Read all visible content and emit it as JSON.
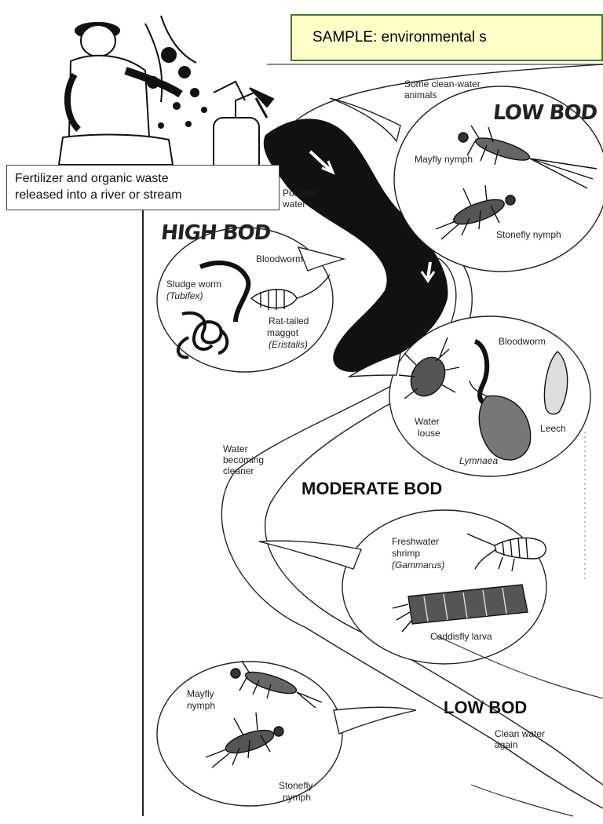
{
  "banner": {
    "text": "SAMPLE: environmental s"
  },
  "source_box": {
    "line1": "Fertilizer and organic waste",
    "line2": "released into a river or stream"
  },
  "stages": {
    "top_low": {
      "heading": "LOW BOD",
      "caption_line1": "Some clean-water",
      "caption_line2": "animals",
      "organisms": [
        "Mayfly nymph",
        "Stonefly nymph"
      ]
    },
    "high": {
      "heading": "HIGH BOD",
      "caption_line1": "Polluted",
      "caption_line2": "water",
      "organisms": [
        "Bloodworm",
        "Sludge worm",
        "(Tubifex)",
        "Rat-tailed",
        "maggot",
        "(Eristalis)"
      ]
    },
    "moderate": {
      "heading": "MODERATE BOD",
      "caption_line1": "Water",
      "caption_line2": "becoming",
      "caption_line3": "cleaner",
      "organisms": [
        "Bloodworm",
        "Water",
        "louse",
        "Leech",
        "Lymnaea",
        "Freshwater",
        "shrimp",
        "(Gammarus)",
        "Caddisfly larva"
      ]
    },
    "bottom_low": {
      "heading": "LOW BOD",
      "caption_line1": "Clean water",
      "caption_line2": "again",
      "organisms": [
        "Mayfly",
        "nymph",
        "Stonefly",
        "nymph"
      ]
    }
  },
  "icons": [
    "farmer-illustration",
    "sprayer-icon",
    "mayfly-icon",
    "stonefly-icon",
    "bloodworm-icon",
    "sludge-worm-icon",
    "rat-tailed-maggot-icon",
    "water-louse-icon",
    "leech-icon",
    "snail-icon",
    "shrimp-icon",
    "caddisfly-icon",
    "flow-arrow-icon"
  ]
}
